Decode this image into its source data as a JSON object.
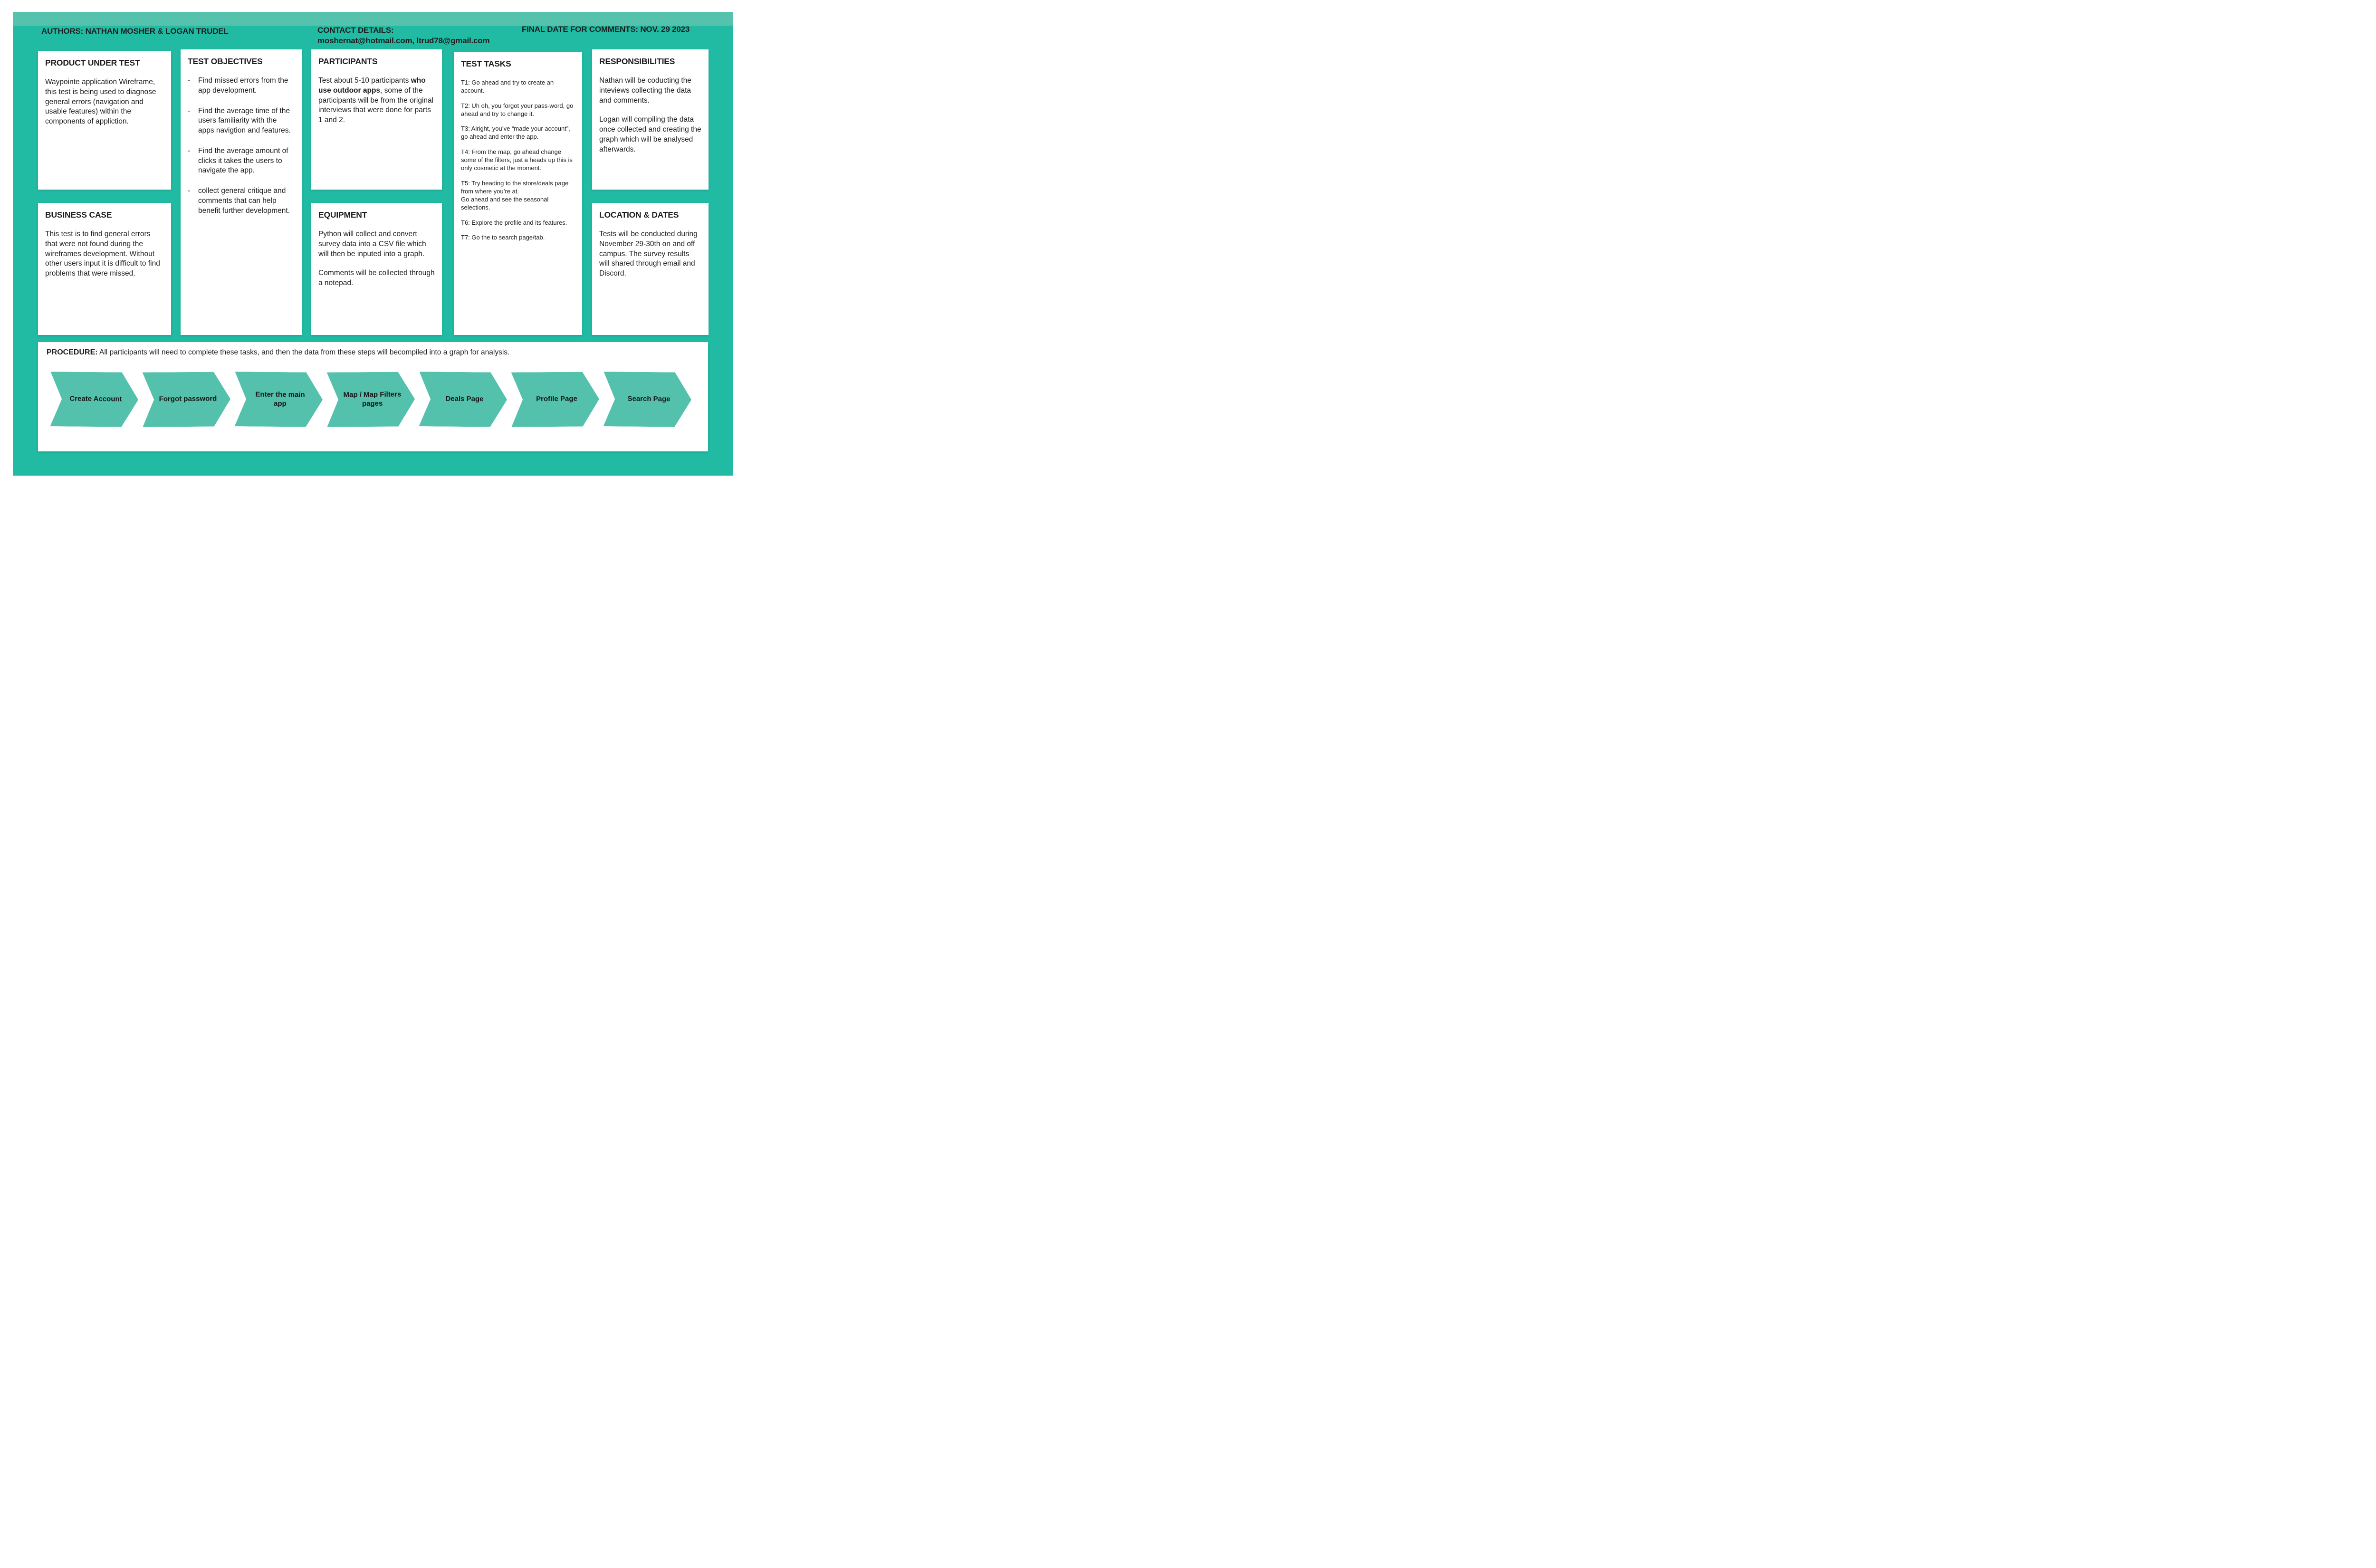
{
  "header": {
    "authors": "AUTHORS: NATHAN MOSHER & LOGAN TRUDEL",
    "contact_label": "CONTACT DETAILS:",
    "contact_emails": "moshernat@hotmail.com, ltrud78@gmail.com",
    "final_date": "FINAL DATE FOR COMMENTS: NOV. 29 2023"
  },
  "colors": {
    "background_teal": "#21bba4",
    "light_band_teal": "#55c2ae",
    "arrow_teal": "#53c1ab",
    "card_white": "#ffffff",
    "text_black": "#1d1d1f"
  },
  "cards": {
    "product_under_test": {
      "title": "PRODUCT UNDER TEST",
      "body": "Waypointe application Wireframe, this test is being used to diagnose general errors (navigation and usable features) within the components of appliction."
    },
    "business_case": {
      "title": "BUSINESS CASE",
      "body": "This test is to find general errors that were not found during the wireframes development. Without other users input it is difficult to find problems that were missed."
    },
    "test_objectives": {
      "title": "TEST OBJECTIVES",
      "bullet": "-",
      "items": [
        "Find missed errors from the app development.",
        "Find the average time of the users familiarity with the apps navigtion and features.",
        "Find the average amount of clicks it takes the users to navigate the app.",
        "collect general critique and comments that can help benefit further development."
      ]
    },
    "participants": {
      "title": "PARTICIPANTS",
      "body_pre": "Test about 5-10 participants ",
      "body_bold": "who use outdoor apps",
      "body_post": ", some of the participants will be from the original interviews that were done for parts 1 and 2."
    },
    "equipment": {
      "title": "EQUIPMENT",
      "p1": "Python will collect and convert survey data into a CSV file which will then be inputed into a graph.",
      "p2": "Comments will be collected through a notepad."
    },
    "test_tasks": {
      "title": "TEST TASKS",
      "items": [
        "T1: Go ahead and try to create an account.",
        "T2: Uh oh, you forgot your pass-word, go ahead and try to change it.",
        "T3: Alright, you’ve “made your account”, go ahead and enter the app.",
        "T4: From the map, go ahead change some of the filters, just a heads up this is only cosmetic at the moment.",
        "T5: Try heading to the store/deals page from where you’re at.\nGo ahead and see the seasonal selections.",
        "T6: Explore the profile and its features.",
        "T7: Go the to search page/tab."
      ]
    },
    "responsibilities": {
      "title": "RESPONSIBILITIES",
      "p1": "Nathan will be coducting the inteviews collecting the data and comments.",
      "p2": "Logan will compiling the data once collected and creating the graph which will be analysed afterwards."
    },
    "location_dates": {
      "title": "LOCATION & DATES",
      "body": "Tests will be conducted during November 29-30th on and off campus. The survey results will shared through email and Discord."
    }
  },
  "procedure": {
    "label": "PROCEDURE:",
    "description": " All participants will need to complete these tasks, and then the data from these steps will becompiled into a graph for analysis.",
    "steps": [
      "Create Account",
      "Forgot password",
      "Enter the main app",
      "Map / Map Filters pages",
      "Deals Page",
      "Profile Page",
      "Search Page"
    ]
  }
}
